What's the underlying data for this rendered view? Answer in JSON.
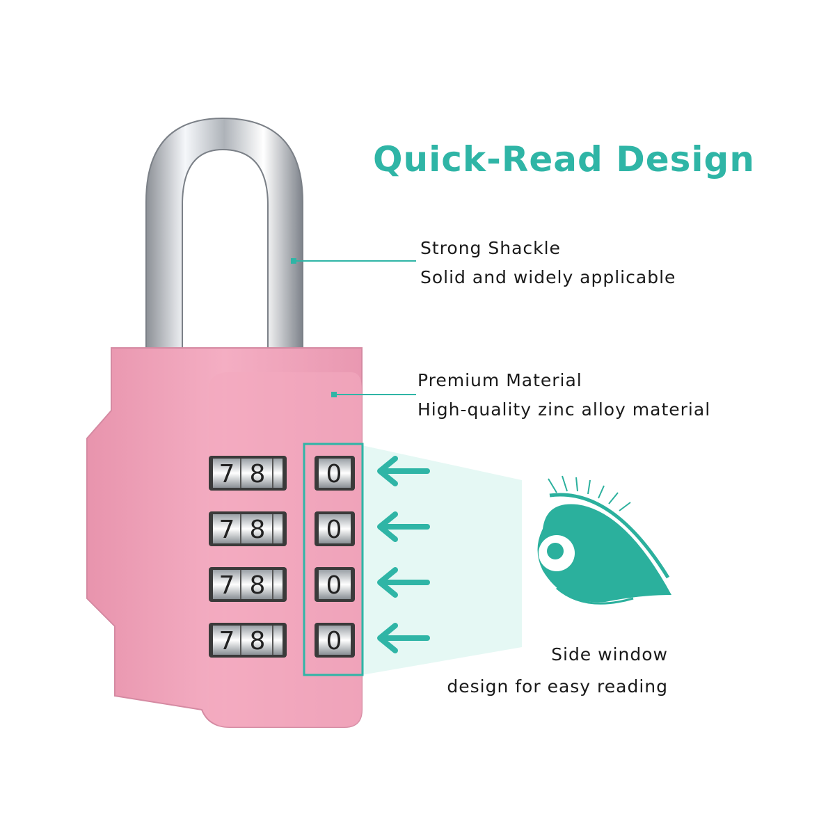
{
  "headline": "Quick-Read Design",
  "callouts": {
    "shackle": {
      "title": "Strong Shackle",
      "description": "Solid and widely applicable"
    },
    "material": {
      "title": "Premium Material",
      "description": "High-quality zinc alloy material"
    },
    "window": {
      "line1": "Side window",
      "line2": "design for easy reading"
    }
  },
  "dials": {
    "front_digits": [
      "7",
      "8"
    ],
    "side_digit": "0",
    "row_count_label": "4"
  },
  "colors": {
    "accent": "#2fb5a6",
    "lock_body": "#f2a6bd",
    "lock_shadow": "#d88aa3",
    "shackle": "#cfd3d8",
    "eye": "#2bb09d",
    "beam": "#dff7f3"
  },
  "icons": [
    "arrow-left-icon",
    "eye-icon"
  ]
}
